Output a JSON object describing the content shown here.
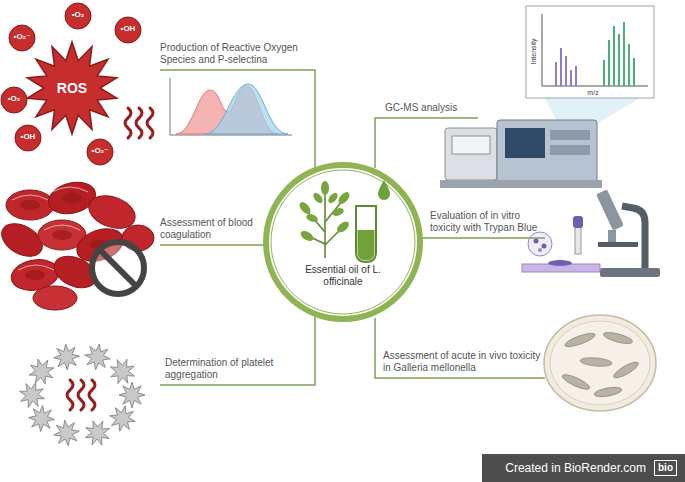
{
  "diagram": {
    "nodes": [
      {
        "text": [
          "Essential oil of L. officinale"
        ]
      },
      {
        "text": [
          "Created in BioRender.com",
          "bio"
        ]
      }
    ],
    "labels": [
      "Production of Reactive Oxygen Species and P-selectina",
      "GC-MS analysis",
      "Assessment of blood coagulation",
      "Evaluation of in vitro toxicity with Trypan Blue",
      "Determination of platelet aggregation",
      "Assessment of acute in vivo toxicity in Galleria mellonella",
      "ROS",
      "•O₂⁻",
      "•O₂",
      "•OH",
      "•O₂",
      "•OH",
      "•O₂⁻",
      "Intensity",
      "m/z"
    ]
  }
}
